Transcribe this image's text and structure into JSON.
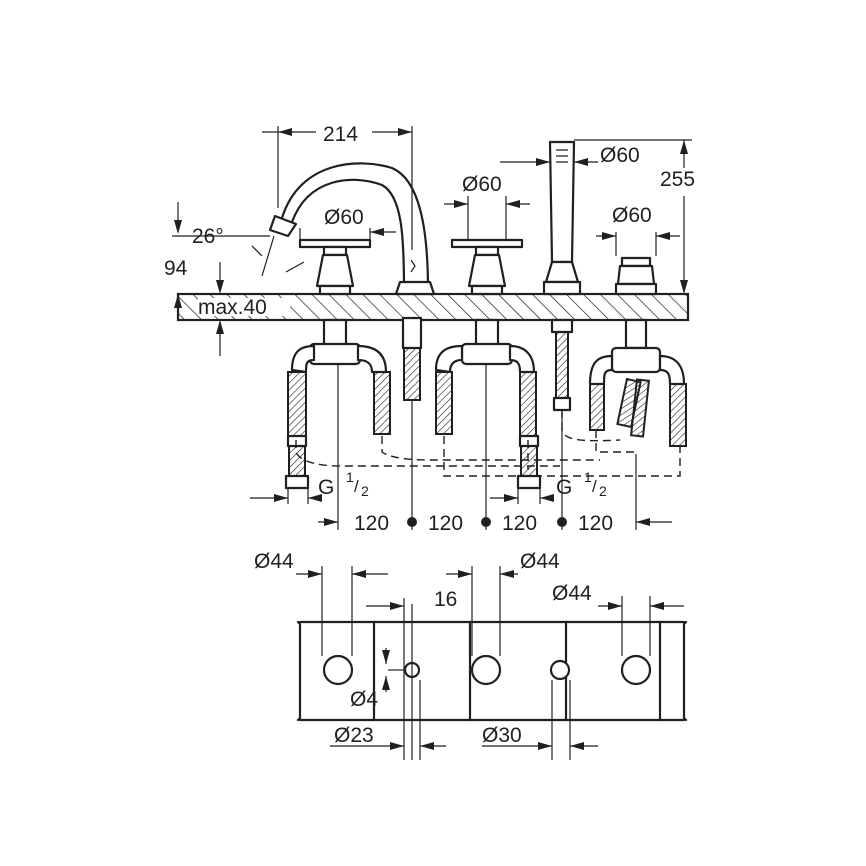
{
  "dimensions": {
    "spout_reach": "214",
    "spout_angle": "26°",
    "spout_height": "94",
    "deck_thickness": "max.40",
    "handshower_height": "255",
    "dia_60_spout_handle": "Ø60",
    "dia_60_mid": "Ø60",
    "dia_60_shower": "Ø60",
    "dia_60_diverter": "Ø60",
    "thread_left": "G",
    "thread_right": "G",
    "thread_fraction_num": "1",
    "thread_fraction_den": "2",
    "spacing_1": "120",
    "spacing_2": "120",
    "spacing_3": "120",
    "spacing_4": "120",
    "hole_dia_1": "Ø44",
    "hole_dia_2": "Ø44",
    "hole_dia_3": "Ø44",
    "offset_16": "16",
    "pin_dia": "Ø4",
    "hole_dia_23": "Ø23",
    "hole_dia_30": "Ø30"
  }
}
